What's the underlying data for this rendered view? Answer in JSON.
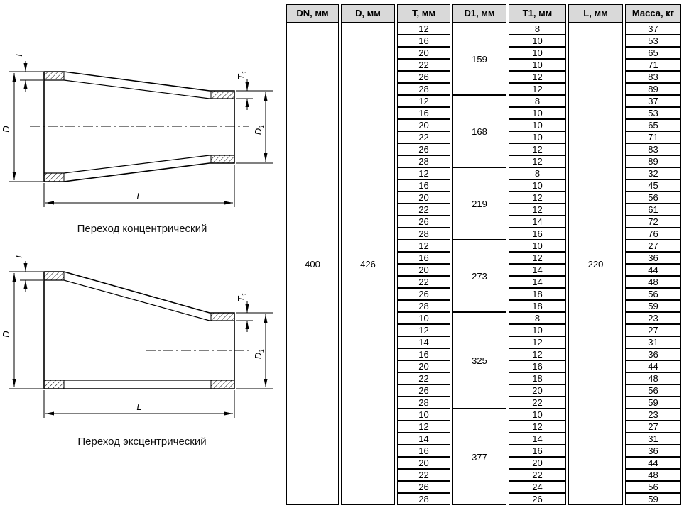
{
  "figures": {
    "concentric": {
      "caption": "Переход концентрический"
    },
    "eccentric": {
      "caption": "Переход эксцентрический"
    },
    "dims": {
      "t": "T",
      "d": "D",
      "l": "L",
      "t1_main": "T",
      "t1_sub": "1",
      "d1_main": "D",
      "d1_sub": "1"
    }
  },
  "table": {
    "headers": [
      "DN, мм",
      "D, мм",
      "T, мм",
      "D1, мм",
      "T1, мм",
      "L, мм",
      "Масса, кг"
    ],
    "dn": "400",
    "d": "426",
    "l": "220",
    "groups": [
      {
        "d1": "159",
        "rows": [
          [
            "12",
            "8",
            "37"
          ],
          [
            "16",
            "10",
            "53"
          ],
          [
            "20",
            "10",
            "65"
          ],
          [
            "22",
            "10",
            "71"
          ],
          [
            "26",
            "12",
            "83"
          ],
          [
            "28",
            "12",
            "89"
          ]
        ]
      },
      {
        "d1": "168",
        "rows": [
          [
            "12",
            "8",
            "37"
          ],
          [
            "16",
            "10",
            "53"
          ],
          [
            "20",
            "10",
            "65"
          ],
          [
            "22",
            "10",
            "71"
          ],
          [
            "26",
            "12",
            "83"
          ],
          [
            "28",
            "12",
            "89"
          ]
        ]
      },
      {
        "d1": "219",
        "rows": [
          [
            "12",
            "8",
            "32"
          ],
          [
            "16",
            "10",
            "45"
          ],
          [
            "20",
            "12",
            "56"
          ],
          [
            "22",
            "12",
            "61"
          ],
          [
            "26",
            "14",
            "72"
          ],
          [
            "28",
            "16",
            "76"
          ]
        ]
      },
      {
        "d1": "273",
        "rows": [
          [
            "12",
            "10",
            "27"
          ],
          [
            "16",
            "12",
            "36"
          ],
          [
            "20",
            "14",
            "44"
          ],
          [
            "22",
            "14",
            "48"
          ],
          [
            "26",
            "18",
            "56"
          ],
          [
            "28",
            "18",
            "59"
          ]
        ]
      },
      {
        "d1": "325",
        "rows": [
          [
            "10",
            "8",
            "23"
          ],
          [
            "12",
            "10",
            "27"
          ],
          [
            "14",
            "12",
            "31"
          ],
          [
            "16",
            "12",
            "36"
          ],
          [
            "20",
            "16",
            "44"
          ],
          [
            "22",
            "18",
            "48"
          ],
          [
            "26",
            "20",
            "56"
          ],
          [
            "28",
            "22",
            "59"
          ]
        ]
      },
      {
        "d1": "377",
        "rows": [
          [
            "10",
            "10",
            "23"
          ],
          [
            "12",
            "12",
            "27"
          ],
          [
            "14",
            "14",
            "31"
          ],
          [
            "16",
            "16",
            "36"
          ],
          [
            "20",
            "20",
            "44"
          ],
          [
            "22",
            "22",
            "48"
          ],
          [
            "26",
            "24",
            "56"
          ],
          [
            "28",
            "26",
            "59"
          ]
        ]
      }
    ]
  }
}
